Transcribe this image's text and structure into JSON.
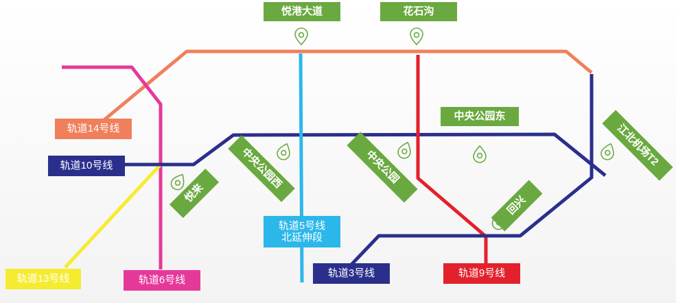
{
  "colors": {
    "line14": "#f07f5c",
    "line10": "#2b2f8c",
    "line13": "#f5ec31",
    "line6": "#e5399a",
    "line5": "#2cb7ea",
    "line3": "#2b2f8c",
    "line9": "#e3212d",
    "station": "#6aa940"
  },
  "lines": {
    "line14": "轨道14号线",
    "line10": "轨道10号线",
    "line13": "轨道13号线",
    "line6": "轨道6号线",
    "line5_a": "轨道5号线",
    "line5_b": "北延伸段",
    "line3": "轨道3号线",
    "line9": "轨道9号线"
  },
  "stations": {
    "yuegang": "悦港大道",
    "huashigou": "花石沟",
    "zhongyang_east": "中央公园东",
    "jiangbei_t2": "江北机场T2",
    "zhongyang_west": "中央公园西",
    "zhongyang": "中央公园",
    "yuelai": "悦来",
    "huixing": "回兴"
  },
  "icons": [
    "location-pin-icon"
  ]
}
